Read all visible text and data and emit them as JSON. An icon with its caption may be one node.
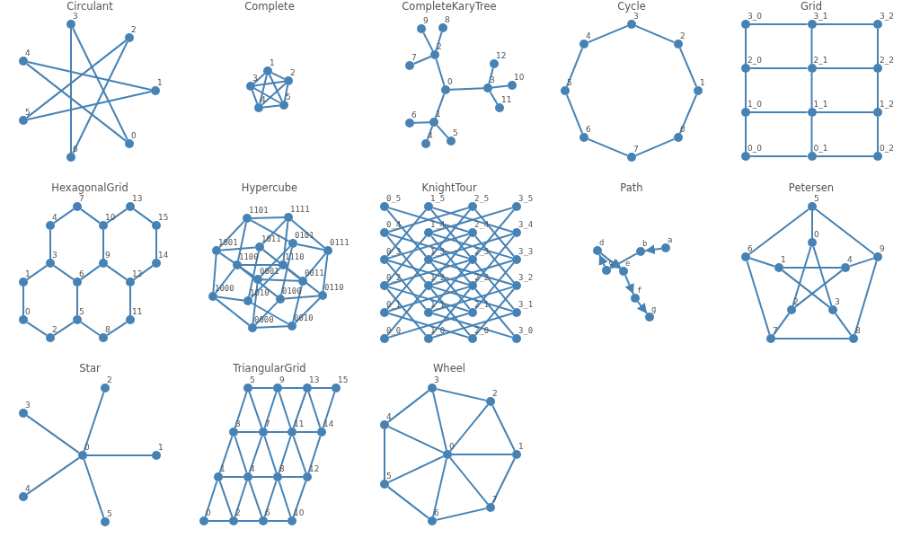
{
  "diagram": {
    "nodes": [
      {
        "text": [],
        "shape": "circle",
        "beside": [
          "0"
        ]
      },
      {
        "text": [],
        "shape": "circle",
        "beside": [
          "1"
        ]
      },
      {
        "text": [],
        "shape": "circle",
        "beside": [
          "2"
        ]
      },
      {
        "text": [],
        "shape": "circle",
        "beside": [
          "3"
        ]
      },
      {
        "text": [],
        "shape": "circle",
        "beside": [
          "4"
        ]
      },
      {
        "text": [],
        "shape": "circle",
        "beside": [
          "5"
        ]
      },
      {
        "text": [],
        "shape": "circle",
        "beside": [
          "6"
        ]
      },
      {
        "text": [],
        "shape": "circle",
        "beside": [
          "1"
        ]
      },
      {
        "text": [],
        "shape": "circle",
        "beside": [
          "2"
        ]
      },
      {
        "text": [],
        "shape": "circle",
        "beside": [
          "3"
        ]
      },
      {
        "text": [],
        "shape": "circle",
        "beside": [
          "4"
        ]
      },
      {
        "text": [],
        "shape": "circle",
        "beside": [
          "5"
        ]
      },
      {
        "text": [],
        "shape": "circle",
        "beside": [
          "0"
        ]
      },
      {
        "text": [],
        "shape": "circle",
        "beside": [
          "1"
        ]
      },
      {
        "text": [],
        "shape": "circle",
        "beside": [
          "2"
        ]
      },
      {
        "text": [],
        "shape": "circle",
        "beside": [
          "3"
        ]
      },
      {
        "text": [],
        "shape": "circle",
        "beside": [
          "4"
        ]
      },
      {
        "text": [],
        "shape": "circle",
        "beside": [
          "5"
        ]
      },
      {
        "text": [],
        "shape": "circle",
        "beside": [
          "6"
        ]
      },
      {
        "text": [],
        "shape": "circle",
        "beside": [
          "7"
        ]
      },
      {
        "text": [],
        "shape": "circle",
        "beside": [
          "8"
        ]
      },
      {
        "text": [],
        "shape": "circle",
        "beside": [
          "9"
        ]
      },
      {
        "text": [],
        "shape": "circle",
        "beside": [
          "10"
        ]
      },
      {
        "text": [],
        "shape": "circle",
        "beside": [
          "11"
        ]
      },
      {
        "text": [],
        "shape": "circle",
        "beside": [
          "12"
        ]
      },
      {
        "text": [],
        "shape": "circle",
        "beside": [
          "0"
        ]
      },
      {
        "text": [],
        "shape": "circle",
        "beside": [
          "1"
        ]
      },
      {
        "text": [],
        "shape": "circle",
        "beside": [
          "2"
        ]
      },
      {
        "text": [],
        "shape": "circle",
        "beside": [
          "3"
        ]
      },
      {
        "text": [],
        "shape": "circle",
        "beside": [
          "4"
        ]
      },
      {
        "text": [],
        "shape": "circle",
        "beside": [
          "5"
        ]
      },
      {
        "text": [],
        "shape": "circle",
        "beside": [
          "6"
        ]
      },
      {
        "text": [],
        "shape": "circle",
        "beside": [
          "7"
        ]
      },
      {
        "text": [],
        "shape": "circle",
        "beside": [
          "3_0"
        ]
      },
      {
        "text": [],
        "shape": "circle",
        "beside": [
          "3_1"
        ]
      },
      {
        "text": [],
        "shape": "circle",
        "beside": [
          "3_2"
        ]
      },
      {
        "text": [],
        "shape": "circle",
        "beside": [
          "2_0"
        ]
      },
      {
        "text": [],
        "shape": "circle",
        "beside": [
          "2_1"
        ]
      },
      {
        "text": [],
        "shape": "circle",
        "beside": [
          "2_2"
        ]
      },
      {
        "text": [],
        "shape": "circle",
        "beside": [
          "1_0"
        ]
      },
      {
        "text": [],
        "shape": "circle",
        "beside": [
          "1_1"
        ]
      },
      {
        "text": [],
        "shape": "circle",
        "beside": [
          "1_2"
        ]
      },
      {
        "text": [],
        "shape": "circle",
        "beside": [
          "0_0"
        ]
      },
      {
        "text": [],
        "shape": "circle",
        "beside": [
          "0_1"
        ]
      },
      {
        "text": [],
        "shape": "circle",
        "beside": [
          "0_2"
        ]
      },
      {
        "text": [],
        "shape": "circle",
        "beside": [
          "0"
        ]
      },
      {
        "text": [],
        "shape": "circle",
        "beside": [
          "1"
        ]
      },
      {
        "text": [],
        "shape": "circle",
        "beside": [
          "2"
        ]
      },
      {
        "text": [],
        "shape": "circle",
        "beside": [
          "3"
        ]
      },
      {
        "text": [],
        "shape": "circle",
        "beside": [
          "4"
        ]
      },
      {
        "text": [],
        "shape": "circle",
        "beside": [
          "5"
        ]
      },
      {
        "text": [],
        "shape": "circle",
        "beside": [
          "6"
        ]
      },
      {
        "text": [],
        "shape": "circle",
        "beside": [
          "7"
        ]
      },
      {
        "text": [],
        "shape": "circle",
        "beside": [
          "8"
        ]
      },
      {
        "text": [],
        "shape": "circle",
        "beside": [
          "9"
        ]
      },
      {
        "text": [],
        "shape": "circle",
        "beside": [
          "10"
        ]
      },
      {
        "text": [],
        "shape": "circle",
        "beside": [
          "11"
        ]
      },
      {
        "text": [],
        "shape": "circle",
        "beside": [
          "12"
        ]
      },
      {
        "text": [],
        "shape": "circle",
        "beside": [
          "13"
        ]
      },
      {
        "text": [],
        "shape": "circle",
        "beside": [
          "14"
        ]
      },
      {
        "text": [],
        "shape": "circle",
        "beside": [
          "15"
        ]
      },
      {
        "text": [],
        "shape": "circle",
        "beside": [
          "1101"
        ]
      },
      {
        "text": [],
        "shape": "circle",
        "beside": [
          "1111"
        ]
      },
      {
        "text": [],
        "shape": "circle",
        "beside": [
          "1011"
        ]
      },
      {
        "text": [],
        "shape": "circle",
        "beside": [
          "0101"
        ]
      },
      {
        "text": [],
        "shape": "circle",
        "beside": [
          "0111"
        ]
      },
      {
        "text": [],
        "shape": "circle",
        "beside": [
          "1001"
        ]
      },
      {
        "text": [],
        "shape": "circle",
        "beside": [
          "1100"
        ]
      },
      {
        "text": [],
        "shape": "circle",
        "beside": [
          "1110"
        ]
      },
      {
        "text": [],
        "shape": "circle",
        "beside": [
          "0001"
        ]
      },
      {
        "text": [],
        "shape": "circle",
        "beside": [
          "0011"
        ]
      },
      {
        "text": [],
        "shape": "circle",
        "beside": [
          "1000"
        ]
      },
      {
        "text": [],
        "shape": "circle",
        "beside": [
          "1010"
        ]
      },
      {
        "text": [],
        "shape": "circle",
        "beside": [
          "0100"
        ]
      },
      {
        "text": [],
        "shape": "circle",
        "beside": [
          "0110"
        ]
      },
      {
        "text": [],
        "shape": "circle",
        "beside": [
          "0000"
        ]
      },
      {
        "text": [],
        "shape": "circle",
        "beside": [
          "0010"
        ]
      },
      {
        "text": [],
        "shape": "circle",
        "beside": [
          "0_5"
        ]
      },
      {
        "text": [],
        "shape": "circle",
        "beside": [
          "1_5"
        ]
      },
      {
        "text": [],
        "shape": "circle",
        "beside": [
          "2_5"
        ]
      },
      {
        "text": [],
        "shape": "circle",
        "beside": [
          "3_5"
        ]
      },
      {
        "text": [],
        "shape": "circle",
        "beside": [
          "0_4"
        ]
      },
      {
        "text": [],
        "shape": "circle",
        "beside": [
          "1_4"
        ]
      },
      {
        "text": [],
        "shape": "circle",
        "beside": [
          "2_4"
        ]
      },
      {
        "text": [],
        "shape": "circle",
        "beside": [
          "3_4"
        ]
      },
      {
        "text": [],
        "shape": "circle",
        "beside": [
          "0_3"
        ]
      },
      {
        "text": [],
        "shape": "circle",
        "beside": [
          "1_3"
        ]
      },
      {
        "text": [],
        "shape": "circle",
        "beside": [
          "2_3"
        ]
      },
      {
        "text": [],
        "shape": "circle",
        "beside": [
          "3_3"
        ]
      },
      {
        "text": [],
        "shape": "circle",
        "beside": [
          "0_2"
        ]
      },
      {
        "text": [],
        "shape": "circle",
        "beside": [
          "1_2"
        ]
      },
      {
        "text": [],
        "shape": "circle",
        "beside": [
          "2_2"
        ]
      },
      {
        "text": [],
        "shape": "circle",
        "beside": [
          "3_2"
        ]
      },
      {
        "text": [],
        "shape": "circle",
        "beside": [
          "0_1"
        ]
      },
      {
        "text": [],
        "shape": "circle",
        "beside": [
          "1_1"
        ]
      },
      {
        "text": [],
        "shape": "circle",
        "beside": [
          "2_1"
        ]
      },
      {
        "text": [],
        "shape": "circle",
        "beside": [
          "3_1"
        ]
      },
      {
        "text": [],
        "shape": "circle",
        "beside": [
          "0_0"
        ]
      },
      {
        "text": [],
        "shape": "circle",
        "beside": [
          "1_0"
        ]
      },
      {
        "text": [],
        "shape": "circle",
        "beside": [
          "2_0"
        ]
      },
      {
        "text": [],
        "shape": "circle",
        "beside": [
          "3_0"
        ]
      },
      {
        "text": [],
        "shape": "circle",
        "beside": [
          "a"
        ]
      },
      {
        "text": [],
        "shape": "circle",
        "beside": [
          "b"
        ]
      },
      {
        "text": [],
        "shape": "circle",
        "beside": [
          "c"
        ]
      },
      {
        "text": [],
        "shape": "circle",
        "beside": [
          "d"
        ]
      },
      {
        "text": [],
        "shape": "circle",
        "beside": [
          "e"
        ]
      },
      {
        "text": [],
        "shape": "circle",
        "beside": [
          "f"
        ]
      },
      {
        "text": [],
        "shape": "circle",
        "beside": [
          "g"
        ]
      },
      {
        "text": [],
        "shape": "circle",
        "beside": [
          "0"
        ]
      },
      {
        "text": [],
        "shape": "circle",
        "beside": [
          "1"
        ]
      },
      {
        "text": [],
        "shape": "circle",
        "beside": [
          "2"
        ]
      },
      {
        "text": [],
        "shape": "circle",
        "beside": [
          "3"
        ]
      },
      {
        "text": [],
        "shape": "circle",
        "beside": [
          "4"
        ]
      },
      {
        "text": [],
        "shape": "circle",
        "beside": [
          "5"
        ]
      },
      {
        "text": [],
        "shape": "circle",
        "beside": [
          "6"
        ]
      },
      {
        "text": [],
        "shape": "circle",
        "beside": [
          "7"
        ]
      },
      {
        "text": [],
        "shape": "circle",
        "beside": [
          "8"
        ]
      },
      {
        "text": [],
        "shape": "circle",
        "beside": [
          "9"
        ]
      },
      {
        "text": [],
        "shape": "circle",
        "beside": [
          "0"
        ]
      },
      {
        "text": [],
        "shape": "circle",
        "beside": [
          "1"
        ]
      },
      {
        "text": [],
        "shape": "circle",
        "beside": [
          "2"
        ]
      },
      {
        "text": [],
        "shape": "circle",
        "beside": [
          "3"
        ]
      },
      {
        "text": [],
        "shape": "circle",
        "beside": [
          "4"
        ]
      },
      {
        "text": [],
        "shape": "circle",
        "beside": [
          "5"
        ]
      },
      {
        "text": [],
        "shape": "circle",
        "beside": [
          "0"
        ]
      },
      {
        "text": [],
        "shape": "circle",
        "beside": [
          "1"
        ]
      },
      {
        "text": [],
        "shape": "circle",
        "beside": [
          "2"
        ]
      },
      {
        "text": [],
        "shape": "circle",
        "beside": [
          "3"
        ]
      },
      {
        "text": [],
        "shape": "circle",
        "beside": [
          "4"
        ]
      },
      {
        "text": [],
        "shape": "circle",
        "beside": [
          "5"
        ]
      },
      {
        "text": [],
        "shape": "circle",
        "beside": [
          "6"
        ]
      },
      {
        "text": [],
        "shape": "circle",
        "beside": [
          "7"
        ]
      },
      {
        "text": [],
        "shape": "circle",
        "beside": [
          "8"
        ]
      },
      {
        "text": [],
        "shape": "circle",
        "beside": [
          "9"
        ]
      },
      {
        "text": [],
        "shape": "circle",
        "beside": [
          "10"
        ]
      },
      {
        "text": [],
        "shape": "circle",
        "beside": [
          "11"
        ]
      },
      {
        "text": [],
        "shape": "circle",
        "beside": [
          "12"
        ]
      },
      {
        "text": [],
        "shape": "circle",
        "beside": [
          "13"
        ]
      },
      {
        "text": [],
        "shape": "circle",
        "beside": [
          "14"
        ]
      },
      {
        "text": [],
        "shape": "circle",
        "beside": [
          "15"
        ]
      },
      {
        "text": [],
        "shape": "circle",
        "beside": [
          "0"
        ]
      },
      {
        "text": [],
        "shape": "circle",
        "beside": [
          "1"
        ]
      },
      {
        "text": [],
        "shape": "circle",
        "beside": [
          "2"
        ]
      },
      {
        "text": [],
        "shape": "circle",
        "beside": [
          "3"
        ]
      },
      {
        "text": [],
        "shape": "circle",
        "beside": [
          "4"
        ]
      },
      {
        "text": [],
        "shape": "circle",
        "beside": [
          "5"
        ]
      },
      {
        "text": [],
        "shape": "circle",
        "beside": [
          "6"
        ]
      },
      {
        "text": [],
        "shape": "circle",
        "beside": [
          "7"
        ]
      }
    ],
    "edges": [
      {
        "from": 0,
        "to": 3,
        "arrow": "none"
      },
      {
        "from": 1,
        "to": 4,
        "arrow": "none"
      },
      {
        "from": 2,
        "to": 5,
        "arrow": "none"
      },
      {
        "from": 3,
        "to": 6,
        "arrow": "none"
      },
      {
        "from": 4,
        "to": 0,
        "arrow": "none"
      },
      {
        "from": 5,
        "to": 1,
        "arrow": "none"
      },
      {
        "from": 6,
        "to": 2,
        "arrow": "none"
      },
      {
        "from": 7,
        "to": 8,
        "arrow": "none"
      },
      {
        "from": 7,
        "to": 9,
        "arrow": "none"
      },
      {
        "from": 7,
        "to": 10,
        "arrow": "none"
      },
      {
        "from": 7,
        "to": 11,
        "arrow": "none"
      },
      {
        "from": 8,
        "to": 9,
        "arrow": "none"
      },
      {
        "from": 8,
        "to": 10,
        "arrow": "none"
      },
      {
        "from": 8,
        "to": 11,
        "arrow": "none"
      },
      {
        "from": 9,
        "to": 10,
        "arrow": "none"
      },
      {
        "from": 9,
        "to": 11,
        "arrow": "none"
      },
      {
        "from": 10,
        "to": 11,
        "arrow": "none"
      },
      {
        "from": 12,
        "to": 13,
        "arrow": "none"
      },
      {
        "from": 12,
        "to": 14,
        "arrow": "none"
      },
      {
        "from": 12,
        "to": 15,
        "arrow": "none"
      },
      {
        "from": 13,
        "to": 16,
        "arrow": "none"
      },
      {
        "from": 13,
        "to": 17,
        "arrow": "none"
      },
      {
        "from": 13,
        "to": 18,
        "arrow": "none"
      },
      {
        "from": 14,
        "to": 19,
        "arrow": "none"
      },
      {
        "from": 14,
        "to": 20,
        "arrow": "none"
      },
      {
        "from": 14,
        "to": 21,
        "arrow": "none"
      },
      {
        "from": 15,
        "to": 22,
        "arrow": "none"
      },
      {
        "from": 15,
        "to": 23,
        "arrow": "none"
      },
      {
        "from": 15,
        "to": 24,
        "arrow": "none"
      },
      {
        "from": 25,
        "to": 26,
        "arrow": "none"
      },
      {
        "from": 26,
        "to": 27,
        "arrow": "none"
      },
      {
        "from": 27,
        "to": 28,
        "arrow": "none"
      },
      {
        "from": 28,
        "to": 29,
        "arrow": "none"
      },
      {
        "from": 29,
        "to": 30,
        "arrow": "none"
      },
      {
        "from": 30,
        "to": 31,
        "arrow": "none"
      },
      {
        "from": 31,
        "to": 32,
        "arrow": "none"
      },
      {
        "from": 32,
        "to": 25,
        "arrow": "none"
      },
      {
        "from": 33,
        "to": 34,
        "arrow": "none"
      },
      {
        "from": 34,
        "to": 35,
        "arrow": "none"
      },
      {
        "from": 36,
        "to": 37,
        "arrow": "none"
      },
      {
        "from": 37,
        "to": 38,
        "arrow": "none"
      },
      {
        "from": 39,
        "to": 40,
        "arrow": "none"
      },
      {
        "from": 40,
        "to": 41,
        "arrow": "none"
      },
      {
        "from": 42,
        "to": 43,
        "arrow": "none"
      },
      {
        "from": 43,
        "to": 44,
        "arrow": "none"
      },
      {
        "from": 33,
        "to": 36,
        "arrow": "none"
      },
      {
        "from": 34,
        "to": 37,
        "arrow": "none"
      },
      {
        "from": 35,
        "to": 38,
        "arrow": "none"
      },
      {
        "from": 36,
        "to": 39,
        "arrow": "none"
      },
      {
        "from": 37,
        "to": 40,
        "arrow": "none"
      },
      {
        "from": 38,
        "to": 41,
        "arrow": "none"
      },
      {
        "from": 39,
        "to": 42,
        "arrow": "none"
      },
      {
        "from": 40,
        "to": 43,
        "arrow": "none"
      },
      {
        "from": 41,
        "to": 44,
        "arrow": "none"
      },
      {
        "from": 45,
        "to": 46,
        "arrow": "none"
      },
      {
        "from": 45,
        "to": 47,
        "arrow": "none"
      },
      {
        "from": 47,
        "to": 50,
        "arrow": "none"
      },
      {
        "from": 46,
        "to": 48,
        "arrow": "none"
      },
      {
        "from": 48,
        "to": 49,
        "arrow": "none"
      },
      {
        "from": 48,
        "to": 51,
        "arrow": "none"
      },
      {
        "from": 49,
        "to": 52,
        "arrow": "none"
      },
      {
        "from": 52,
        "to": 55,
        "arrow": "none"
      },
      {
        "from": 51,
        "to": 50,
        "arrow": "none"
      },
      {
        "from": 51,
        "to": 54,
        "arrow": "none"
      },
      {
        "from": 54,
        "to": 55,
        "arrow": "none"
      },
      {
        "from": 50,
        "to": 53,
        "arrow": "none"
      },
      {
        "from": 53,
        "to": 56,
        "arrow": "none"
      },
      {
        "from": 56,
        "to": 57,
        "arrow": "none"
      },
      {
        "from": 57,
        "to": 54,
        "arrow": "none"
      },
      {
        "from": 57,
        "to": 59,
        "arrow": "none"
      },
      {
        "from": 59,
        "to": 60,
        "arrow": "none"
      },
      {
        "from": 60,
        "to": 58,
        "arrow": "none"
      },
      {
        "from": 58,
        "to": 55,
        "arrow": "none"
      },
      {
        "from": 75,
        "to": 69,
        "arrow": "none"
      },
      {
        "from": 75,
        "to": 76,
        "arrow": "none"
      },
      {
        "from": 75,
        "to": 73,
        "arrow": "none"
      },
      {
        "from": 75,
        "to": 71,
        "arrow": "none"
      },
      {
        "from": 69,
        "to": 70,
        "arrow": "none"
      },
      {
        "from": 69,
        "to": 64,
        "arrow": "none"
      },
      {
        "from": 69,
        "to": 66,
        "arrow": "none"
      },
      {
        "from": 76,
        "to": 70,
        "arrow": "none"
      },
      {
        "from": 76,
        "to": 74,
        "arrow": "none"
      },
      {
        "from": 76,
        "to": 72,
        "arrow": "none"
      },
      {
        "from": 70,
        "to": 65,
        "arrow": "none"
      },
      {
        "from": 70,
        "to": 63,
        "arrow": "none"
      },
      {
        "from": 73,
        "to": 64,
        "arrow": "none"
      },
      {
        "from": 73,
        "to": 74,
        "arrow": "none"
      },
      {
        "from": 73,
        "to": 67,
        "arrow": "none"
      },
      {
        "from": 64,
        "to": 65,
        "arrow": "none"
      },
      {
        "from": 64,
        "to": 61,
        "arrow": "none"
      },
      {
        "from": 74,
        "to": 65,
        "arrow": "none"
      },
      {
        "from": 74,
        "to": 68,
        "arrow": "none"
      },
      {
        "from": 65,
        "to": 62,
        "arrow": "none"
      },
      {
        "from": 71,
        "to": 66,
        "arrow": "none"
      },
      {
        "from": 71,
        "to": 72,
        "arrow": "none"
      },
      {
        "from": 71,
        "to": 67,
        "arrow": "none"
      },
      {
        "from": 66,
        "to": 63,
        "arrow": "none"
      },
      {
        "from": 66,
        "to": 61,
        "arrow": "none"
      },
      {
        "from": 72,
        "to": 63,
        "arrow": "none"
      },
      {
        "from": 72,
        "to": 68,
        "arrow": "none"
      },
      {
        "from": 63,
        "to": 62,
        "arrow": "none"
      },
      {
        "from": 67,
        "to": 61,
        "arrow": "none"
      },
      {
        "from": 67,
        "to": 68,
        "arrow": "none"
      },
      {
        "from": 61,
        "to": 62,
        "arrow": "none"
      },
      {
        "from": 68,
        "to": 62,
        "arrow": "none"
      },
      {
        "from": 97,
        "to": 90,
        "arrow": "none"
      },
      {
        "from": 98,
        "to": 91,
        "arrow": "none"
      },
      {
        "from": 99,
        "to": 92,
        "arrow": "none"
      },
      {
        "from": 93,
        "to": 86,
        "arrow": "none"
      },
      {
        "from": 94,
        "to": 87,
        "arrow": "none"
      },
      {
        "from": 95,
        "to": 88,
        "arrow": "none"
      },
      {
        "from": 89,
        "to": 82,
        "arrow": "none"
      },
      {
        "from": 90,
        "to": 83,
        "arrow": "none"
      },
      {
        "from": 91,
        "to": 84,
        "arrow": "none"
      },
      {
        "from": 85,
        "to": 78,
        "arrow": "none"
      },
      {
        "from": 86,
        "to": 79,
        "arrow": "none"
      },
      {
        "from": 87,
        "to": 80,
        "arrow": "none"
      },
      {
        "from": 89,
        "to": 98,
        "arrow": "none"
      },
      {
        "from": 90,
        "to": 99,
        "arrow": "none"
      },
      {
        "from": 91,
        "to": 100,
        "arrow": "none"
      },
      {
        "from": 85,
        "to": 94,
        "arrow": "none"
      },
      {
        "from": 86,
        "to": 95,
        "arrow": "none"
      },
      {
        "from": 87,
        "to": 96,
        "arrow": "none"
      },
      {
        "from": 81,
        "to": 90,
        "arrow": "none"
      },
      {
        "from": 82,
        "to": 91,
        "arrow": "none"
      },
      {
        "from": 83,
        "to": 92,
        "arrow": "none"
      },
      {
        "from": 77,
        "to": 86,
        "arrow": "none"
      },
      {
        "from": 78,
        "to": 87,
        "arrow": "none"
      },
      {
        "from": 79,
        "to": 88,
        "arrow": "none"
      },
      {
        "from": 97,
        "to": 95,
        "arrow": "none"
      },
      {
        "from": 98,
        "to": 96,
        "arrow": "none"
      },
      {
        "from": 93,
        "to": 91,
        "arrow": "none"
      },
      {
        "from": 94,
        "to": 92,
        "arrow": "none"
      },
      {
        "from": 89,
        "to": 87,
        "arrow": "none"
      },
      {
        "from": 90,
        "to": 88,
        "arrow": "none"
      },
      {
        "from": 85,
        "to": 83,
        "arrow": "none"
      },
      {
        "from": 86,
        "to": 84,
        "arrow": "none"
      },
      {
        "from": 81,
        "to": 79,
        "arrow": "none"
      },
      {
        "from": 82,
        "to": 80,
        "arrow": "none"
      },
      {
        "from": 93,
        "to": 99,
        "arrow": "none"
      },
      {
        "from": 94,
        "to": 100,
        "arrow": "none"
      },
      {
        "from": 89,
        "to": 95,
        "arrow": "none"
      },
      {
        "from": 90,
        "to": 96,
        "arrow": "none"
      },
      {
        "from": 85,
        "to": 91,
        "arrow": "none"
      },
      {
        "from": 86,
        "to": 92,
        "arrow": "none"
      },
      {
        "from": 81,
        "to": 87,
        "arrow": "none"
      },
      {
        "from": 82,
        "to": 88,
        "arrow": "none"
      },
      {
        "from": 77,
        "to": 83,
        "arrow": "none"
      },
      {
        "from": 78,
        "to": 84,
        "arrow": "none"
      },
      {
        "from": 101,
        "to": 102,
        "arrow": "to"
      },
      {
        "from": 102,
        "to": 103,
        "arrow": "to"
      },
      {
        "from": 103,
        "to": 104,
        "arrow": "to"
      },
      {
        "from": 104,
        "to": 105,
        "arrow": "to"
      },
      {
        "from": 105,
        "to": 106,
        "arrow": "to"
      },
      {
        "from": 106,
        "to": 107,
        "arrow": "to"
      },
      {
        "from": 113,
        "to": 114,
        "arrow": "none"
      },
      {
        "from": 114,
        "to": 115,
        "arrow": "none"
      },
      {
        "from": 115,
        "to": 116,
        "arrow": "none"
      },
      {
        "from": 116,
        "to": 117,
        "arrow": "none"
      },
      {
        "from": 117,
        "to": 113,
        "arrow": "none"
      },
      {
        "from": 108,
        "to": 113,
        "arrow": "none"
      },
      {
        "from": 109,
        "to": 114,
        "arrow": "none"
      },
      {
        "from": 110,
        "to": 115,
        "arrow": "none"
      },
      {
        "from": 111,
        "to": 116,
        "arrow": "none"
      },
      {
        "from": 112,
        "to": 117,
        "arrow": "none"
      },
      {
        "from": 108,
        "to": 110,
        "arrow": "none"
      },
      {
        "from": 110,
        "to": 112,
        "arrow": "none"
      },
      {
        "from": 112,
        "to": 109,
        "arrow": "none"
      },
      {
        "from": 109,
        "to": 111,
        "arrow": "none"
      },
      {
        "from": 111,
        "to": 108,
        "arrow": "none"
      },
      {
        "from": 118,
        "to": 119,
        "arrow": "none"
      },
      {
        "from": 118,
        "to": 120,
        "arrow": "none"
      },
      {
        "from": 118,
        "to": 121,
        "arrow": "none"
      },
      {
        "from": 118,
        "to": 122,
        "arrow": "none"
      },
      {
        "from": 118,
        "to": 123,
        "arrow": "none"
      },
      {
        "from": 124,
        "to": 126,
        "arrow": "none"
      },
      {
        "from": 126,
        "to": 130,
        "arrow": "none"
      },
      {
        "from": 130,
        "to": 134,
        "arrow": "none"
      },
      {
        "from": 125,
        "to": 128,
        "arrow": "none"
      },
      {
        "from": 128,
        "to": 132,
        "arrow": "none"
      },
      {
        "from": 132,
        "to": 136,
        "arrow": "none"
      },
      {
        "from": 127,
        "to": 131,
        "arrow": "none"
      },
      {
        "from": 131,
        "to": 135,
        "arrow": "none"
      },
      {
        "from": 135,
        "to": 138,
        "arrow": "none"
      },
      {
        "from": 129,
        "to": 133,
        "arrow": "none"
      },
      {
        "from": 133,
        "to": 137,
        "arrow": "none"
      },
      {
        "from": 137,
        "to": 139,
        "arrow": "none"
      },
      {
        "from": 124,
        "to": 125,
        "arrow": "none"
      },
      {
        "from": 126,
        "to": 125,
        "arrow": "none"
      },
      {
        "from": 126,
        "to": 128,
        "arrow": "none"
      },
      {
        "from": 130,
        "to": 128,
        "arrow": "none"
      },
      {
        "from": 130,
        "to": 132,
        "arrow": "none"
      },
      {
        "from": 134,
        "to": 132,
        "arrow": "none"
      },
      {
        "from": 134,
        "to": 136,
        "arrow": "none"
      },
      {
        "from": 125,
        "to": 127,
        "arrow": "none"
      },
      {
        "from": 128,
        "to": 127,
        "arrow": "none"
      },
      {
        "from": 128,
        "to": 131,
        "arrow": "none"
      },
      {
        "from": 132,
        "to": 131,
        "arrow": "none"
      },
      {
        "from": 132,
        "to": 135,
        "arrow": "none"
      },
      {
        "from": 136,
        "to": 135,
        "arrow": "none"
      },
      {
        "from": 136,
        "to": 138,
        "arrow": "none"
      },
      {
        "from": 127,
        "to": 129,
        "arrow": "none"
      },
      {
        "from": 131,
        "to": 129,
        "arrow": "none"
      },
      {
        "from": 131,
        "to": 133,
        "arrow": "none"
      },
      {
        "from": 135,
        "to": 133,
        "arrow": "none"
      },
      {
        "from": 135,
        "to": 137,
        "arrow": "none"
      },
      {
        "from": 138,
        "to": 137,
        "arrow": "none"
      },
      {
        "from": 138,
        "to": 139,
        "arrow": "none"
      },
      {
        "from": 140,
        "to": 141,
        "arrow": "none"
      },
      {
        "from": 140,
        "to": 142,
        "arrow": "none"
      },
      {
        "from": 140,
        "to": 143,
        "arrow": "none"
      },
      {
        "from": 140,
        "to": 144,
        "arrow": "none"
      },
      {
        "from": 140,
        "to": 145,
        "arrow": "none"
      },
      {
        "from": 140,
        "to": 146,
        "arrow": "none"
      },
      {
        "from": 140,
        "to": 147,
        "arrow": "none"
      },
      {
        "from": 141,
        "to": 142,
        "arrow": "none"
      },
      {
        "from": 142,
        "to": 143,
        "arrow": "none"
      },
      {
        "from": 143,
        "to": 144,
        "arrow": "none"
      },
      {
        "from": 144,
        "to": 145,
        "arrow": "none"
      },
      {
        "from": 145,
        "to": 146,
        "arrow": "none"
      },
      {
        "from": 146,
        "to": 147,
        "arrow": "none"
      },
      {
        "from": 147,
        "to": 141,
        "arrow": "none"
      }
    ],
    "labels": [
      "Circulant",
      "Complete",
      "CompleteKaryTree",
      "Cycle",
      "Grid",
      "HexagonalGrid",
      "Hypercube",
      "KnightTour",
      "Path",
      "Petersen",
      "Star",
      "TriangularGrid",
      "Wheel"
    ]
  }
}
